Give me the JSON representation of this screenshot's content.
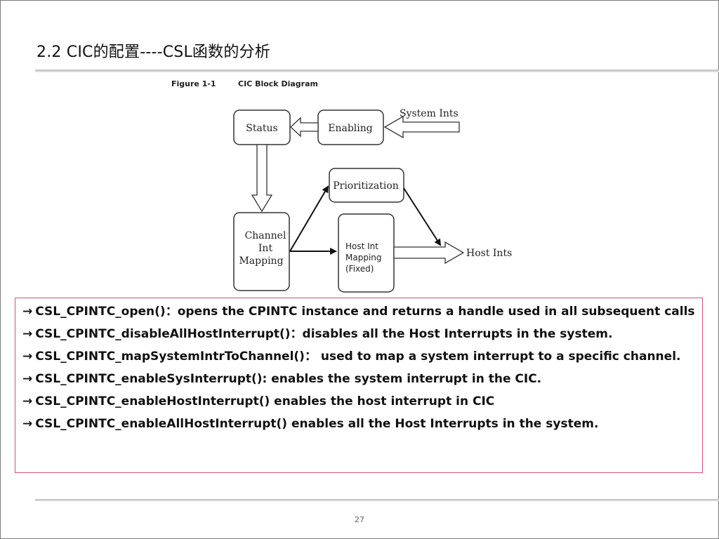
{
  "slide": {
    "title": "2.2 CIC的配置----CSL函数的分析",
    "page_number": "27"
  },
  "diagram": {
    "figure_label": "Figure 1-1",
    "caption": "CIC Block Diagram",
    "nodes": {
      "status": "Status",
      "enabling": "Enabling",
      "system_ints": "System Ints",
      "prioritization": "Prioritization",
      "channel_line1": "Channel",
      "channel_line2": "Int",
      "channel_line3": "Mapping",
      "host_line1": "Host Int",
      "host_line2": "Mapping",
      "host_line3": "(Fixed)",
      "host_ints": "Host Ints"
    }
  },
  "functions": {
    "arrow_glyph": "→",
    "items": [
      "CSL_CPINTC_open()：opens the CPINTC instance and returns a handle used in all subsequent calls",
      "CSL_CPINTC_disableAllHostInterrupt()：disables all the Host Interrupts in the system.",
      "CSL_CPINTC_mapSystemIntrToChannel()： used to map a system interrupt to a specific channel.",
      "CSL_CPINTC_enableSysInterrupt(): enables the system interrupt in the CIC.",
      "CSL_CPINTC_enableHostInterrupt() enables the host interrupt in CIC",
      "CSL_CPINTC_enableAllHostInterrupt() enables all the Host Interrupts in the system."
    ]
  }
}
